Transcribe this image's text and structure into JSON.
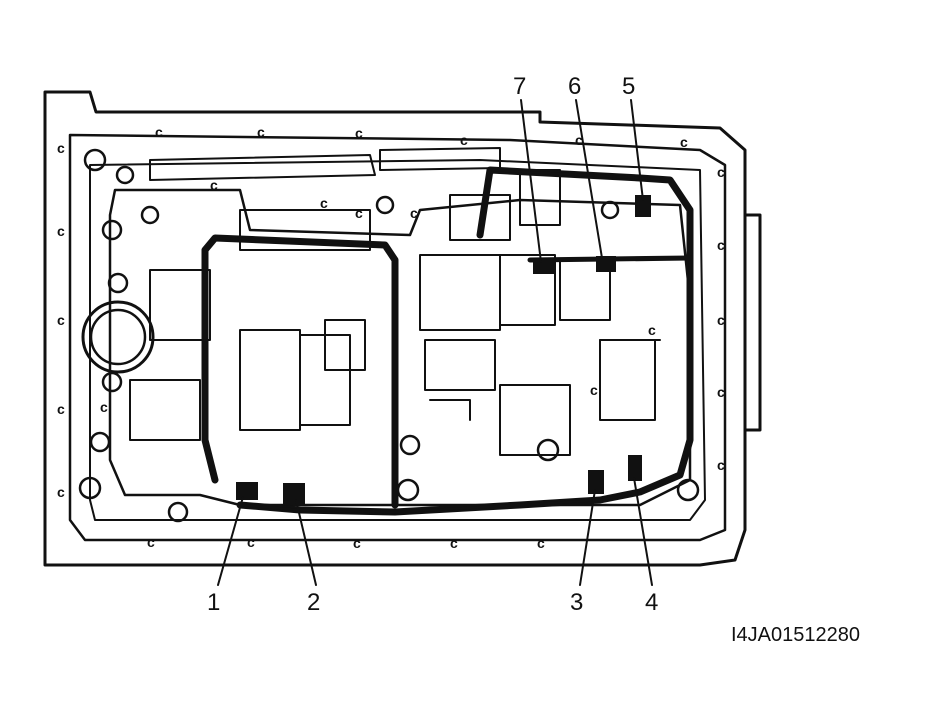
{
  "callouts": [
    {
      "id": "1",
      "label": "1"
    },
    {
      "id": "2",
      "label": "2"
    },
    {
      "id": "3",
      "label": "3"
    },
    {
      "id": "4",
      "label": "4"
    },
    {
      "id": "5",
      "label": "5"
    },
    {
      "id": "6",
      "label": "6"
    },
    {
      "id": "7",
      "label": "7"
    }
  ],
  "clip_marker": "c",
  "reference_code": "I4JA01512280"
}
